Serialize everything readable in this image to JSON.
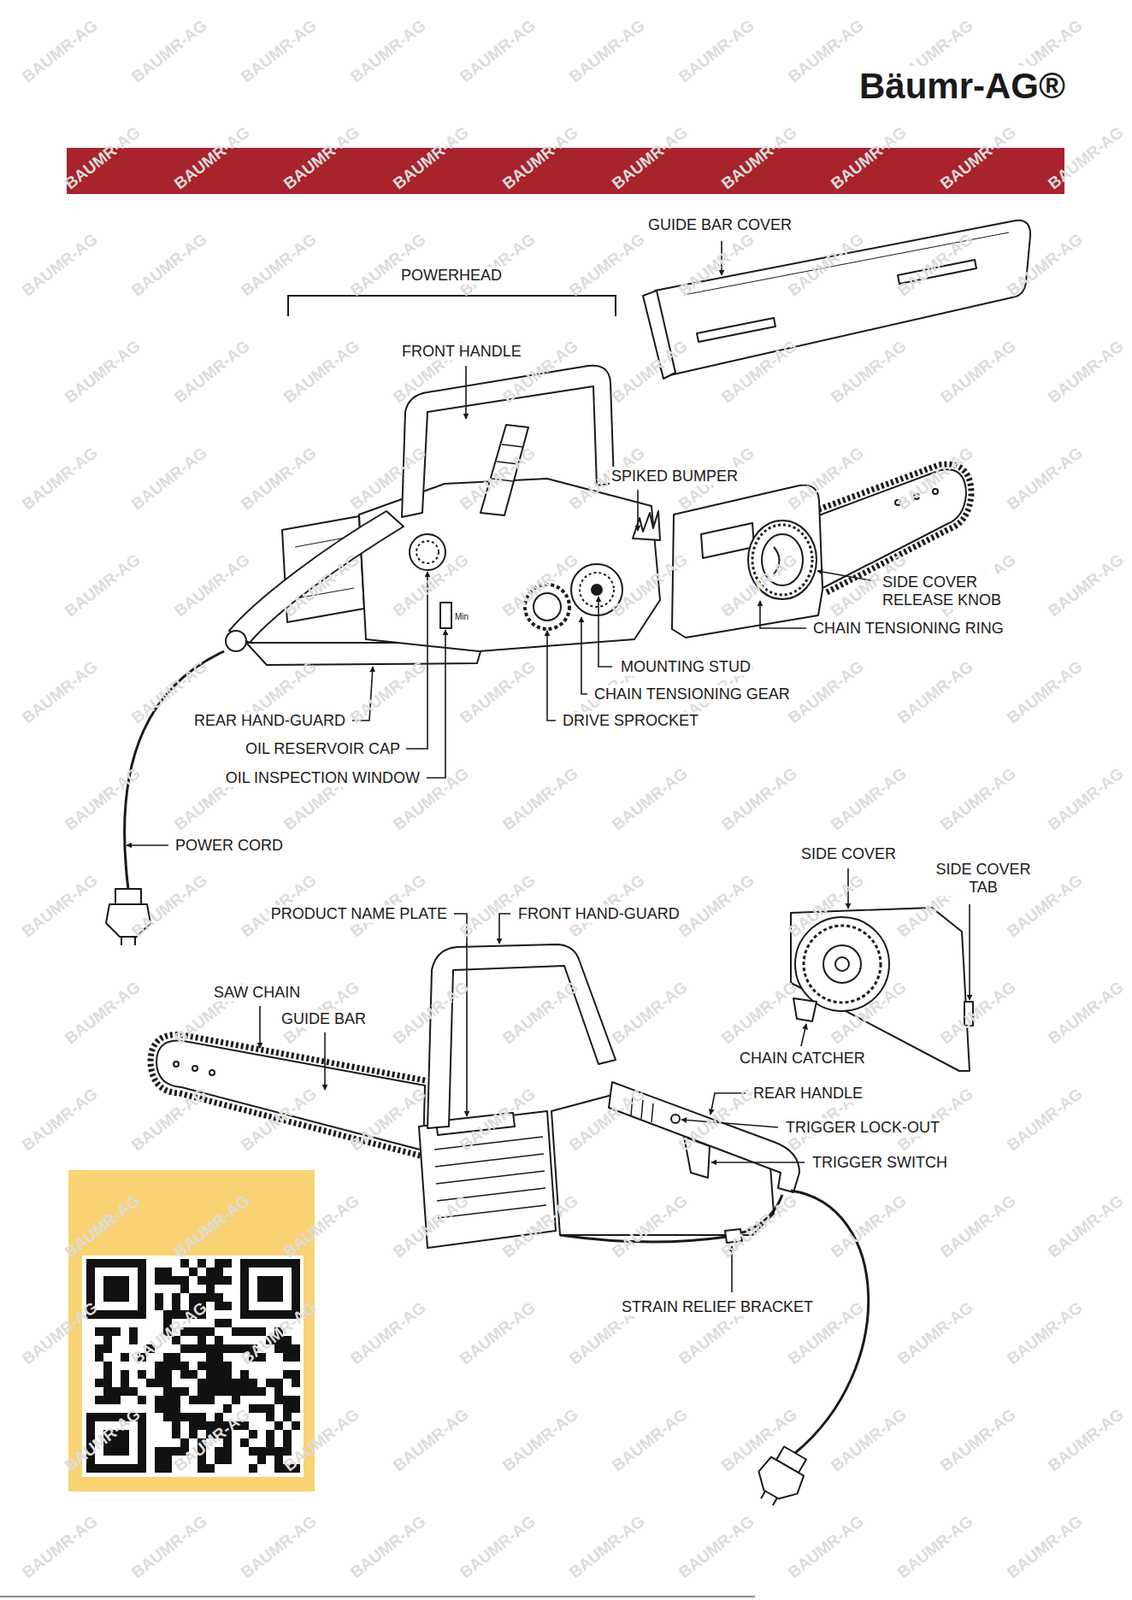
{
  "diagram": {
    "labels": [
      "Bäumr-AG®",
      "GUIDE BAR COVER",
      "POWERHEAD",
      "FRONT HANDLE",
      "SPIKED BUMPER",
      "SIDE COVER RELEASE KNOB",
      "CHAIN TENSIONING RING",
      "MOUNTING STUD",
      "CHAIN TENSIONING GEAR",
      "DRIVE SPROCKET",
      "REAR HAND-GUARD",
      "OIL RESERVOIR CAP",
      "OIL INSPECTION WINDOW",
      "POWER CORD",
      "Min",
      "PRODUCT NAME PLATE",
      "FRONT HAND-GUARD",
      "SAW CHAIN",
      "GUIDE BAR",
      "SIDE COVER",
      "SIDE COVER TAB",
      "CHAIN CATCHER",
      "REAR HANDLE",
      "TRIGGER LOCK-OUT",
      "TRIGGER SWITCH",
      "STRAIN RELIEF BRACKET",
      "BAUMR-AG",
      "BAUMR-AG",
      "BAUMR-AG",
      "BAUMR-AG",
      "BAUMR-AG",
      "BAUMR-AG",
      "BAUMR-AG",
      "BAUMR-AG",
      "BAUMR-AG",
      "BAUMR-AG",
      "BAUMR-AG",
      "BAUMR-AG",
      "BAUMR-AG",
      "BAUMR-AG",
      "BAUMR-AG",
      "BAUMR-AG",
      "BAUMR-AG",
      "BAUMR-AG",
      "BAUMR-AG",
      "BAUMR-AG",
      "BAUMR-AG",
      "BAUMR-AG",
      "BAUMR-AG",
      "BAUMR-AG",
      "BAUMR-AG",
      "BAUMR-AG",
      "BAUMR-AG",
      "BAUMR-AG",
      "BAUMR-AG",
      "BAUMR-AG",
      "BAUMR-AG",
      "BAUMR-AG",
      "BAUMR-AG",
      "BAUMR-AG",
      "BAUMR-AG",
      "BAUMR-AG",
      "BAUMR-AG",
      "BAUMR-AG",
      "BAUMR-AG",
      "BAUMR-AG",
      "BAUMR-AG",
      "BAUMR-AG",
      "BAUMR-AG",
      "BAUMR-AG",
      "BAUMR-AG",
      "BAUMR-AG",
      "BAUMR-AG",
      "BAUMR-AG",
      "BAUMR-AG",
      "BAUMR-AG",
      "BAUMR-AG",
      "BAUMR-AG",
      "BAUMR-AG",
      "BAUMR-AG",
      "BAUMR-AG",
      "BAUMR-AG",
      "BAUMR-AG",
      "BAUMR-AG",
      "BAUMR-AG",
      "BAUMR-AG",
      "BAUMR-AG",
      "BAUMR-AG",
      "BAUMR-AG",
      "BAUMR-AG",
      "BAUMR-AG",
      "BAUMR-AG",
      "BAUMR-AG",
      "BAUMR-AG",
      "BAUMR-AG",
      "BAUMR-AG",
      "BAUMR-AG",
      "BAUMR-AG",
      "BAUMR-AG",
      "BAUMR-AG",
      "BAUMR-AG",
      "BAUMR-AG",
      "BAUMR-AG",
      "BAUMR-AG",
      "BAUMR-AG",
      "BAUMR-AG",
      "BAUMR-AG",
      "BAUMR-AG",
      "BAUMR-AG",
      "BAUMR-AG",
      "BAUMR-AG",
      "BAUMR-AG",
      "BAUMR-AG",
      "BAUMR-AG",
      "BAUMR-AG",
      "BAUMR-AG",
      "BAUMR-AG",
      "BAUMR-AG",
      "BAUMR-AG",
      "BAUMR-AG",
      "BAUMR-AG",
      "BAUMR-AG",
      "BAUMR-AG",
      "BAUMR-AG",
      "BAUMR-AG",
      "BAUMR-AG",
      "BAUMR-AG",
      "BAUMR-AG",
      "BAUMR-AG",
      "BAUMR-AG",
      "BAUMR-AG",
      "BAUMR-AG",
      "BAUMR-AG",
      "BAUMR-AG",
      "BAUMR-AG",
      "BAUMR-AG",
      "BAUMR-AG",
      "BAUMR-AG",
      "BAUMR-AG",
      "BAUMR-AG",
      "BAUMR-AG",
      "BAUMR-AG",
      "BAUMR-AG",
      "BAUMR-AG",
      "BAUMR-AG",
      "BAUMR-AG",
      "BAUMR-AG",
      "BAUMR-AG",
      "BAUMR-AG",
      "BAUMR-AG",
      "BAUMR-AG",
      "BAUMR-AG",
      "BAUMR-AG",
      "BAUMR-AG",
      "BAUMR-AG",
      "BAUMR-AG",
      "BAUMR-AG",
      "BAUMR-AG",
      "BAUMR-AG",
      "BAUMR-AG",
      "BAUMR-AG",
      "BAUMR-AG",
      "BAUMR-AG",
      "BAUMR-AG",
      "BAUMR-AG",
      "BAUMR-AG",
      "BAUMR-AG",
      "BAUMR-AG",
      "BAUMR-AG",
      "BAUMR-AG",
      "BAUMR-AG",
      "BAUMR-AG",
      "BAUMR-AG",
      "BAUMR-AG",
      "BAUMR-AG",
      "BAUMR-AG"
    ]
  }
}
